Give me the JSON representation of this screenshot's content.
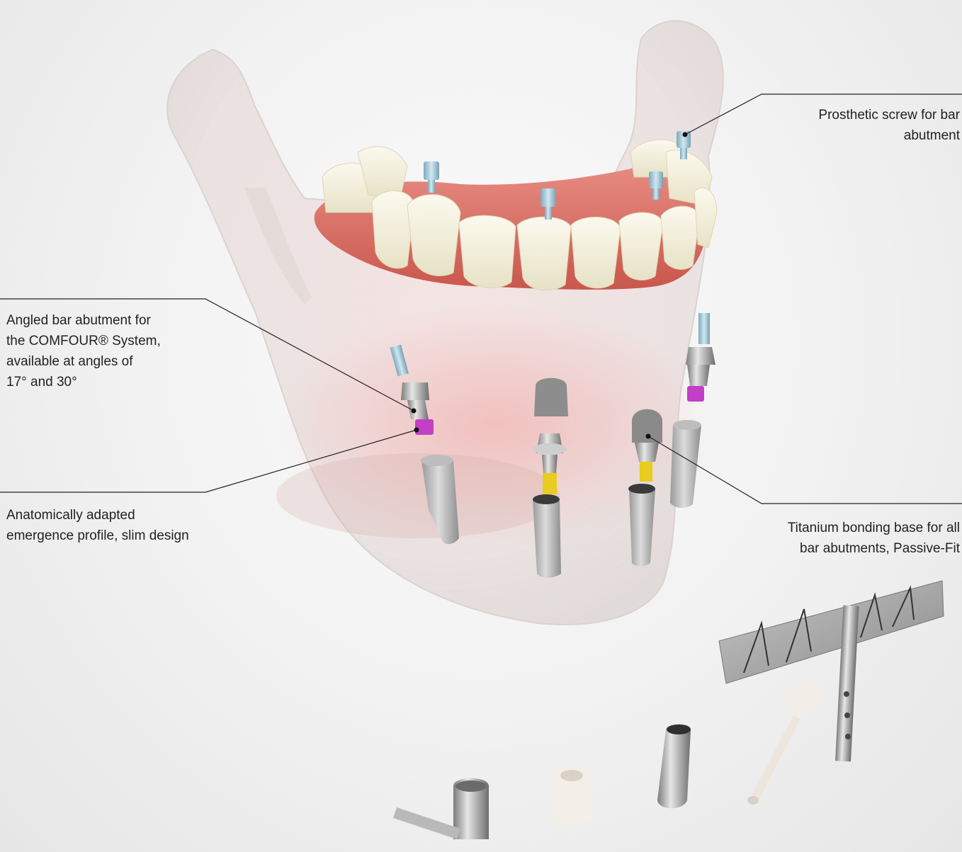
{
  "callouts": {
    "prosthetic_screw": "Prosthetic screw for bar\nabutment",
    "angled_bar_abutment": "Angled bar abutment for\nthe COMFOUR® System,\navailable at angles of\n17° and 30°",
    "emergence_profile": "Anatomically adapted\nemergence profile, slim design",
    "bonding_base": "Titanium bonding base for all\nbar abutments, Passive-Fit"
  },
  "colors": {
    "bone": "#e9e4e2",
    "gum": "#e2857a",
    "tooth": "#f3efdc",
    "screw": "#a9cfe0",
    "titanium": "#b8b8b8",
    "magenta_collar": "#c23fc6",
    "gold_collar": "#e8cc1f",
    "line": "#222222"
  }
}
